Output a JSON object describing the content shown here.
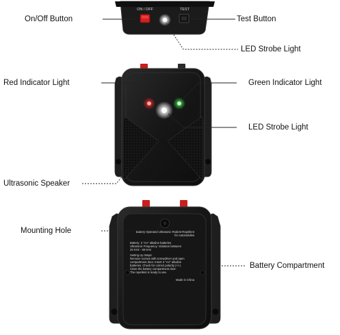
{
  "labels": {
    "on_off_button": "On/Off Button",
    "test_button": "Test Button",
    "led_strobe_light_top": "LED Strobe Light",
    "red_indicator_light": "Red Indicator Light",
    "green_indicator_light": "Green Indicator Light",
    "led_strobe_light_front": "LED Strobe Light",
    "ultrasonic_speaker": "Ultrasonic Speaker",
    "mounting_hole": "Mounting Hole",
    "battery_compartment": "Battery Compartment"
  },
  "top_panel": {
    "on_off_text": "ON / OFF",
    "test_text": "TEST"
  },
  "back_sticker": {
    "title_line1": "Battery Operated Ultrasonic Rodent Repellent",
    "title_line2": "for Automobiles",
    "line1": "Battery: 3 \"AA\" alkaline batteries",
    "line2": "Ultrasonic Frequency: Variation between",
    "line3": "25 KHz - 55 KHz",
    "line4": "Setting Up Steps:",
    "line5": "Remove screws with screwdriver and open",
    "line6": "compartment door. Insert 3 \"AA\" alkaline",
    "line7": "batteries. Check for correct polarity (+/-).",
    "line8": "Close the battery compartment door.",
    "line9": "The repellent is ready to use.",
    "made_in": "Made in China"
  },
  "colors": {
    "device_body": "#1a1a1a",
    "device_edge": "#2c2c2c",
    "red_switch": "#d42020",
    "red_led": "#e02020",
    "green_led": "#2fcf3a",
    "strobe_led": "#ffffff"
  }
}
